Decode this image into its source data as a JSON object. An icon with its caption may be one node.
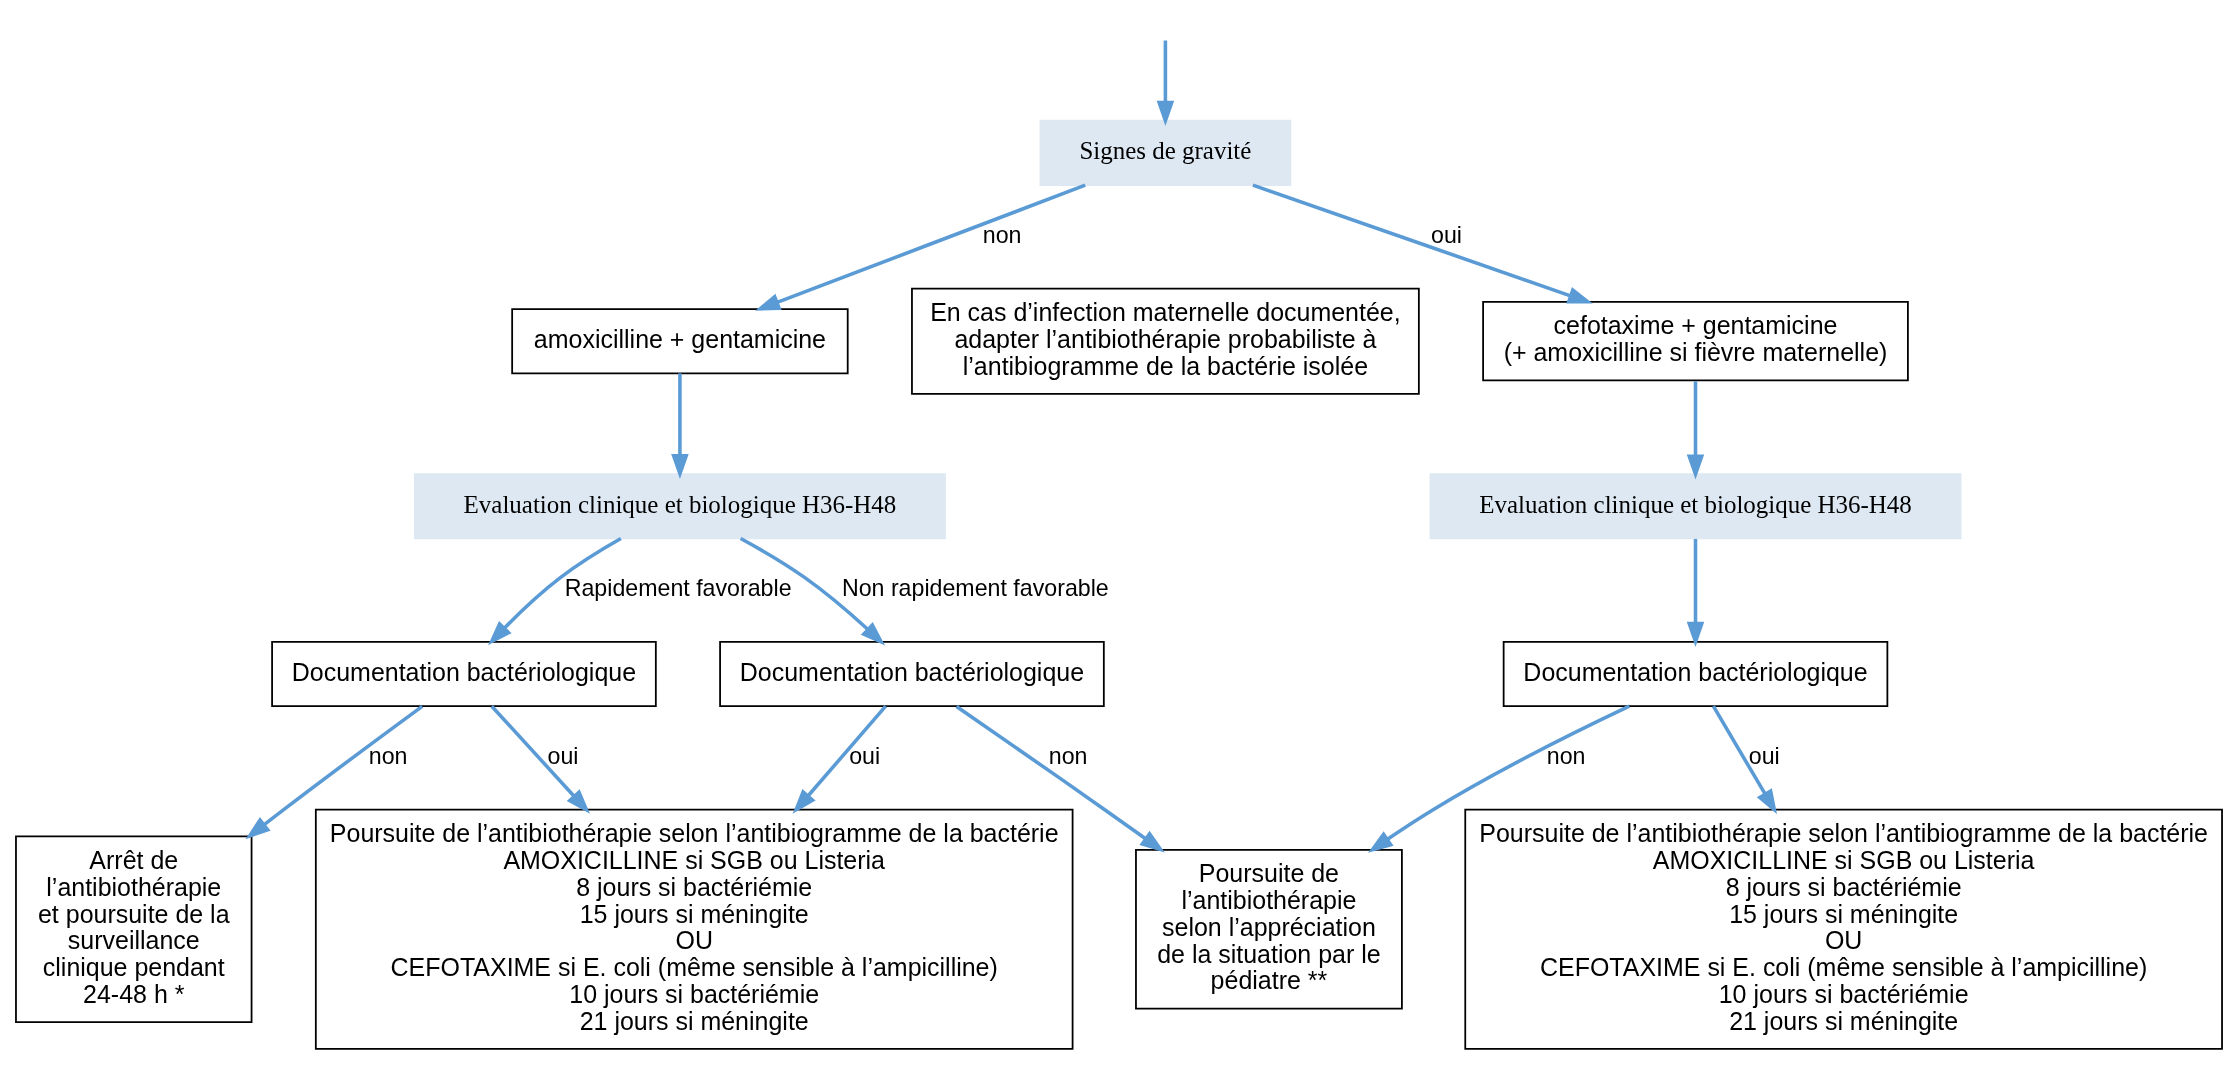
{
  "diagram": {
    "nodes": [
      {
        "text": [
          "Signes de gravité"
        ]
      },
      {
        "text": [
          "amoxicilline + gentamicine"
        ]
      },
      {
        "text": [
          "En cas d’infection maternelle documentée, adapter l’antibiothérapie probabiliste à l’antibiogramme de la bactérie isolée"
        ]
      },
      {
        "text": [
          "cefotaxime + gentamicine",
          "(+ amoxicilline si fièvre maternelle)"
        ]
      },
      {
        "text": [
          "Evaluation clinique et biologique H36-H48"
        ]
      },
      {
        "text": [
          "Evaluation clinique et biologique H36-H48"
        ]
      },
      {
        "text": [
          "Documentation bactériologique"
        ]
      },
      {
        "text": [
          "Documentation bactériologique"
        ]
      },
      {
        "text": [
          "Documentation bactériologique"
        ]
      },
      {
        "text": [
          "Arrêt de l’antibiothérapie et poursuite de la surveillance clinique pendant 24-48 h *"
        ]
      },
      {
        "text": [
          "Poursuite de l’antibiothérapie selon l’antibiogramme de la bactérie",
          "AMOXICILLINE si SGB ou Listeria",
          "8 jours si bactériémie",
          "15 jours si méningite",
          "OU",
          "CEFOTAXIME si E. coli (même sensible à l’ampicilline)",
          "10 jours si bactériémie",
          "21 jours si méningite"
        ]
      },
      {
        "text": [
          "Poursuite de l’antibiothérapie selon l’appréciation de la situation par le pédiatre **"
        ]
      },
      {
        "text": [
          "Poursuite de l’antibiothérapie selon l’antibiogramme de la bactérie",
          "AMOXICILLINE si SGB ou Listeria",
          "8 jours si bactériémie",
          "15 jours si méningite",
          "OU",
          "CEFOTAXIME si E. coli (même sensible à l’ampicilline)",
          "10 jours si bactériémie",
          "21 jours si méningite"
        ]
      }
    ],
    "edges": [
      {
        "from": null,
        "to": 0,
        "arrow": "to"
      },
      {
        "from": 0,
        "to": 1,
        "arrow": "to",
        "label": "non"
      },
      {
        "from": 0,
        "to": 3,
        "arrow": "to",
        "label": "oui"
      },
      {
        "from": 1,
        "to": 4,
        "arrow": "to"
      },
      {
        "from": 3,
        "to": 5,
        "arrow": "to"
      },
      {
        "from": 4,
        "to": 6,
        "arrow": "to",
        "label": "Rapidement favorable"
      },
      {
        "from": 4,
        "to": 7,
        "arrow": "to",
        "label": "Non rapidement favorable"
      },
      {
        "from": 5,
        "to": 8,
        "arrow": "to"
      },
      {
        "from": 6,
        "to": 9,
        "arrow": "to",
        "label": "non"
      },
      {
        "from": 6,
        "to": 10,
        "arrow": "to",
        "label": "oui"
      },
      {
        "from": 7,
        "to": 10,
        "arrow": "to",
        "label": "oui"
      },
      {
        "from": 7,
        "to": 11,
        "arrow": "to",
        "label": "non"
      },
      {
        "from": 8,
        "to": 11,
        "arrow": "to",
        "label": "non"
      },
      {
        "from": 8,
        "to": 12,
        "arrow": "to",
        "label": "oui"
      }
    ]
  }
}
